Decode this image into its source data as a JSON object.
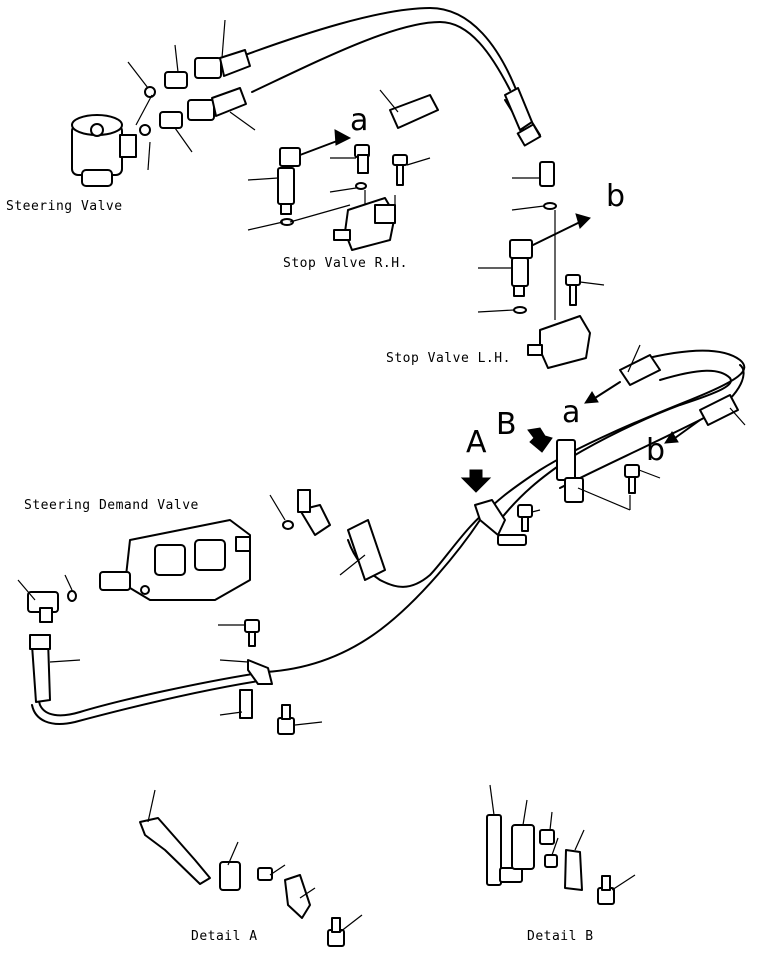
{
  "labels": {
    "steering_valve": "Steering Valve",
    "stop_valve_rh": "Stop Valve R.H.",
    "stop_valve_lh": "Stop Valve L.H.",
    "steering_demand_valve": "Steering Demand Valve",
    "detail_a": "Detail A",
    "detail_b": "Detail B"
  },
  "refs": {
    "a_top": "a",
    "b_top": "b",
    "a_mid": "a",
    "b_mid": "b",
    "A_arrow": "A",
    "B_arrow": "B"
  }
}
